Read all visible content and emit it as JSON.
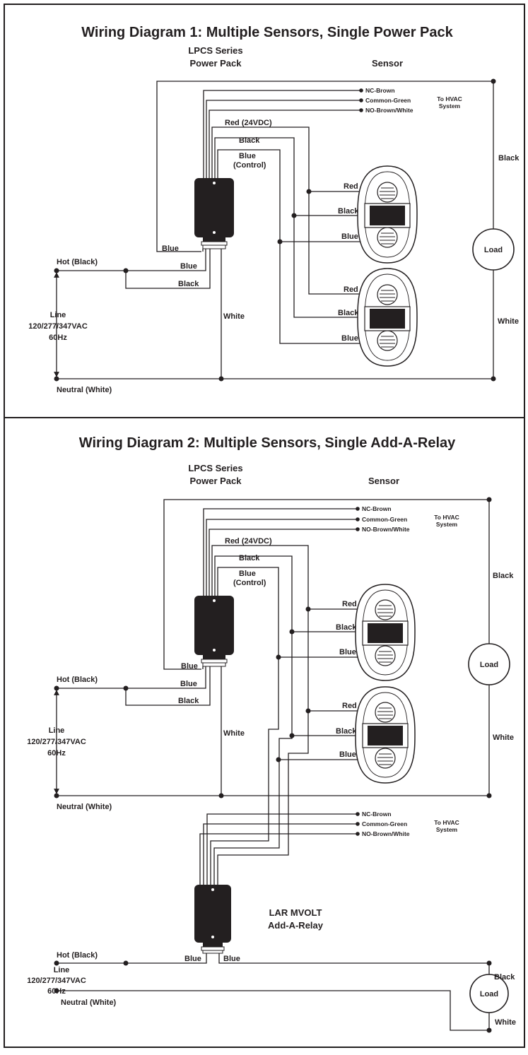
{
  "diagram1": {
    "title": "Wiring Diagram 1: Multiple Sensors, Single Power Pack",
    "power_pack": [
      "LPCS Series",
      "Power Pack"
    ],
    "sensor": "Sensor",
    "hvac_wires": [
      "NC-Brown",
      "Common-Green",
      "NO-Brown/White"
    ],
    "hvac_label": [
      "To HVAC",
      "System"
    ],
    "red_24": "Red (24VDC)",
    "black": "Black",
    "blue_control": [
      "Blue",
      "(Control)"
    ],
    "sensor_wires": [
      "Red",
      "Black",
      "Blue"
    ],
    "pack_blue": "Blue",
    "hot": "Hot (Black)",
    "hot_blue": "Blue",
    "hot_black": "Black",
    "line": [
      "Line",
      "120/277/347VAC",
      "60Hz"
    ],
    "neutral": "Neutral (White)",
    "white": "White",
    "load": "Load",
    "load_black": "Black",
    "load_white": "White"
  },
  "diagram2": {
    "title": "Wiring Diagram 2: Multiple Sensors, Single Add-A-Relay",
    "power_pack": [
      "LPCS Series",
      "Power Pack"
    ],
    "sensor": "Sensor",
    "hvac_wires": [
      "NC-Brown",
      "Common-Green",
      "NO-Brown/White"
    ],
    "hvac_label": [
      "To HVAC",
      "System"
    ],
    "red_24": "Red (24VDC)",
    "black": "Black",
    "blue_control": [
      "Blue",
      "(Control)"
    ],
    "sensor_wires": [
      "Red",
      "Black",
      "Blue"
    ],
    "pack_blue": "Blue",
    "hot": "Hot (Black)",
    "hot_blue": "Blue",
    "hot_black": "Black",
    "line": [
      "Line",
      "120/277/347VAC",
      "60Hz"
    ],
    "neutral": "Neutral (White)",
    "white": "White",
    "load": "Load",
    "load_black": "Black",
    "load_white": "White",
    "relay": [
      "LAR MVOLT",
      "Add-A-Relay"
    ],
    "relay_hvac_wires": [
      "NC-Brown",
      "Common-Green",
      "NO-Brown/White"
    ],
    "relay_hvac_label": [
      "To HVAC",
      "System"
    ],
    "relay_blue_left": "Blue",
    "relay_blue_right": "Blue",
    "hot2": "Hot (Black)",
    "line2": [
      "Line",
      "120/277/347VAC",
      "60Hz"
    ],
    "neutral2": "Neutral (White)",
    "load2": "Load",
    "load2_black": "Black",
    "load2_white": "White"
  }
}
